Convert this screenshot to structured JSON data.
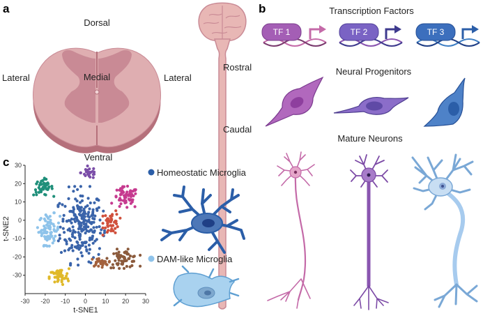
{
  "panel_a": {
    "letter": "a",
    "labels": {
      "dorsal": "Dorsal",
      "ventral": "Ventral",
      "lateral_left": "Lateral",
      "lateral_right": "Lateral",
      "medial": "Medial",
      "rostral": "Rostral",
      "caudal": "Caudal"
    }
  },
  "panel_b": {
    "letter": "b",
    "transcription_factors": {
      "title": "Transcription Factors",
      "tf1": "TF 1",
      "tf2": "TF 2",
      "tf3": "TF 3"
    },
    "progenitors_title": "Neural Progenitors",
    "neurons_title": "Mature Neurons"
  },
  "panel_c": {
    "letter": "c",
    "legend": {
      "homeostatic": "Homeostatic Microglia",
      "dam": "DAM-like Microglia"
    }
  },
  "colors": {
    "pink": "#c46aa8",
    "purple": "#8a55b0",
    "blue": "#2b5ea8",
    "light_blue": "#8bbfe6",
    "cord_tissue": "#d9a7aa",
    "cord_grey": "#c98a95",
    "cord_edge": "#b5707b"
  },
  "chart_data": {
    "type": "scatter",
    "title": "",
    "xlabel": "t-SNE1",
    "ylabel": "t-SNE2",
    "xlim": [
      -30,
      30
    ],
    "ylim": [
      -40,
      30
    ],
    "xticks": [
      "-30",
      "-20",
      "-10",
      "0",
      "10",
      "20",
      "30"
    ],
    "yticks": [
      "30",
      "20",
      "10",
      "0",
      "-10",
      "-20",
      "-30"
    ],
    "series": [
      {
        "color": "#3a64aa",
        "n": 230,
        "center": [
          -2,
          -3
        ],
        "spread": [
          7,
          13
        ]
      },
      {
        "color": "#8ec3ea",
        "n": 75,
        "center": [
          -18,
          -5
        ],
        "spread": [
          3.5,
          5.5
        ]
      },
      {
        "color": "#1f8f7a",
        "n": 45,
        "center": [
          -21,
          18
        ],
        "spread": [
          3.2,
          3
        ]
      },
      {
        "color": "#7b4ea8",
        "n": 30,
        "center": [
          2,
          26
        ],
        "spread": [
          2.8,
          2.2
        ]
      },
      {
        "color": "#c63a8f",
        "n": 60,
        "center": [
          20,
          12
        ],
        "spread": [
          4.2,
          4
        ]
      },
      {
        "color": "#d0503c",
        "n": 45,
        "center": [
          13,
          -1
        ],
        "spread": [
          2.6,
          4.3
        ]
      },
      {
        "color": "#8b5a3c",
        "n": 60,
        "center": [
          19,
          -21
        ],
        "spread": [
          5,
          3.2
        ]
      },
      {
        "color": "#a3613d",
        "n": 25,
        "center": [
          7,
          -23
        ],
        "spread": [
          3,
          1.6
        ]
      },
      {
        "color": "#e0b92a",
        "n": 50,
        "center": [
          -13,
          -31
        ],
        "spread": [
          3.2,
          3
        ]
      }
    ]
  }
}
